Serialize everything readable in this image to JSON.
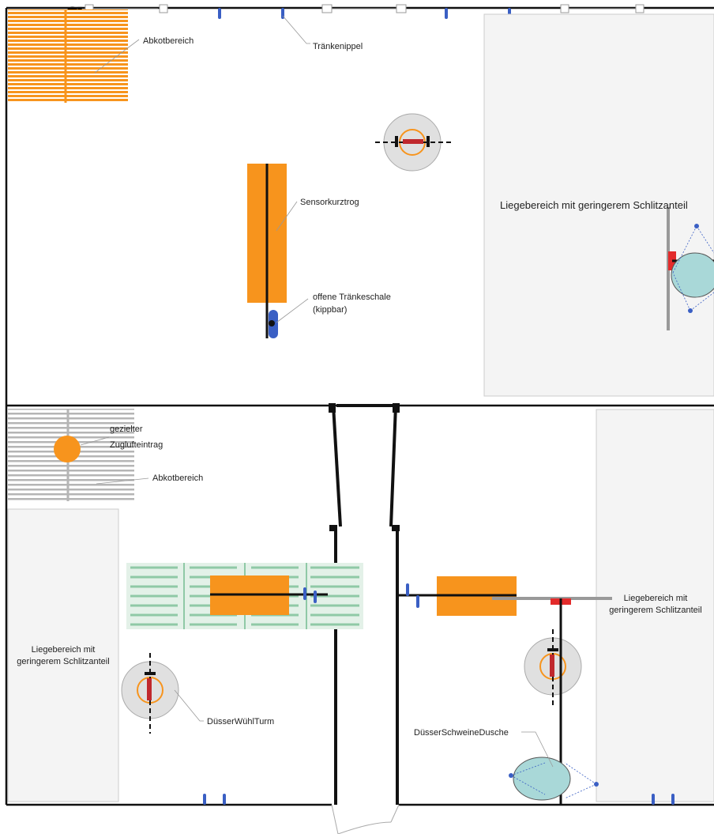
{
  "title_fragment": "g",
  "labels": {
    "abkot_top": "Abkotbereich",
    "traenkenippel": "Tränkenippel",
    "sensorkurztrog": "Sensorkurztrog",
    "traenkeschale_1": "offene Tränkeschale",
    "traenkeschale_2": "(kippbar)",
    "liege_top": "Liegebereich mit geringerem Schlitzanteil",
    "zugluft_1": "gezielter",
    "zugluft_2": "Zuglufteintrag",
    "abkot_bottom": "Abkotbereich",
    "liege_left_1": "Liegebereich mit",
    "liege_left_2": "geringerem Schlitzanteil",
    "liege_right_1": "Liegebereich mit",
    "liege_right_2": "geringerem Schlitzanteil",
    "wuehlturm": "DüsserWühlTurm",
    "dusche": "DüsserSchweineDusche"
  },
  "colors": {
    "orange": "#f7941d",
    "wall": "#111111",
    "nipple": "#3a5fc4",
    "lying_area": "#f4f4f4",
    "green_slats": "#8fc9a6"
  }
}
